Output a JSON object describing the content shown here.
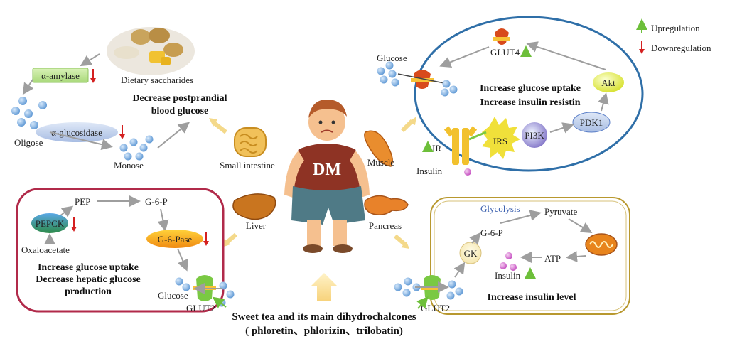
{
  "legend": {
    "upregulation": "Upregulation",
    "downregulation": "Downregulation",
    "up_color": "#6dbf3a",
    "down_color": "#d42020"
  },
  "intestine": {
    "dietary": "Dietary saccharides",
    "amylase": "α-amylase",
    "oligose": "Oligose",
    "glucosidase": "α-glucosidase",
    "monose": "Monose",
    "effect_line1": "Decrease postprandial",
    "effect_line2": "blood glucose",
    "organ": "Small intestine"
  },
  "center": {
    "dm": "DM",
    "muscle": "Muscle",
    "liver": "Liver",
    "pancreas": "Pancreas"
  },
  "muscle_panel": {
    "glucose": "Glucose",
    "glut4": "GLUT4",
    "effect_line1": "Increase glucose uptake",
    "effect_line2": "Increase insulin resistin",
    "akt": "Akt",
    "pdk1": "PDK1",
    "pi3k": "PI3K",
    "irs": "IRS",
    "ir": "IR",
    "insulin": "Insulin"
  },
  "liver_panel": {
    "pep": "PEP",
    "g6p": "G-6-P",
    "pepck": "PEPCK",
    "g6pase": "G-6-Pase",
    "oxaloacetate": "Oxaloacetate",
    "effect_line1": "Increase glucose uptake",
    "effect_line2": "Decrease hepatic glucose",
    "effect_line3": "production",
    "glucose": "Glucose",
    "glut2": "GLUT2"
  },
  "pancreas_panel": {
    "glycolysis": "Glycolysis",
    "pyruvate": "Pyruvate",
    "g6p": "G-6-P",
    "gk": "GK",
    "atp": "ATP",
    "insulin": "Insulin",
    "effect": "Increase insulin level",
    "glut2": "GLUT2"
  },
  "bottom": {
    "line1": "Sweet tea and its main dihydrochalcones",
    "line2": "( phloretin、phlorizin、trilobatin)"
  }
}
